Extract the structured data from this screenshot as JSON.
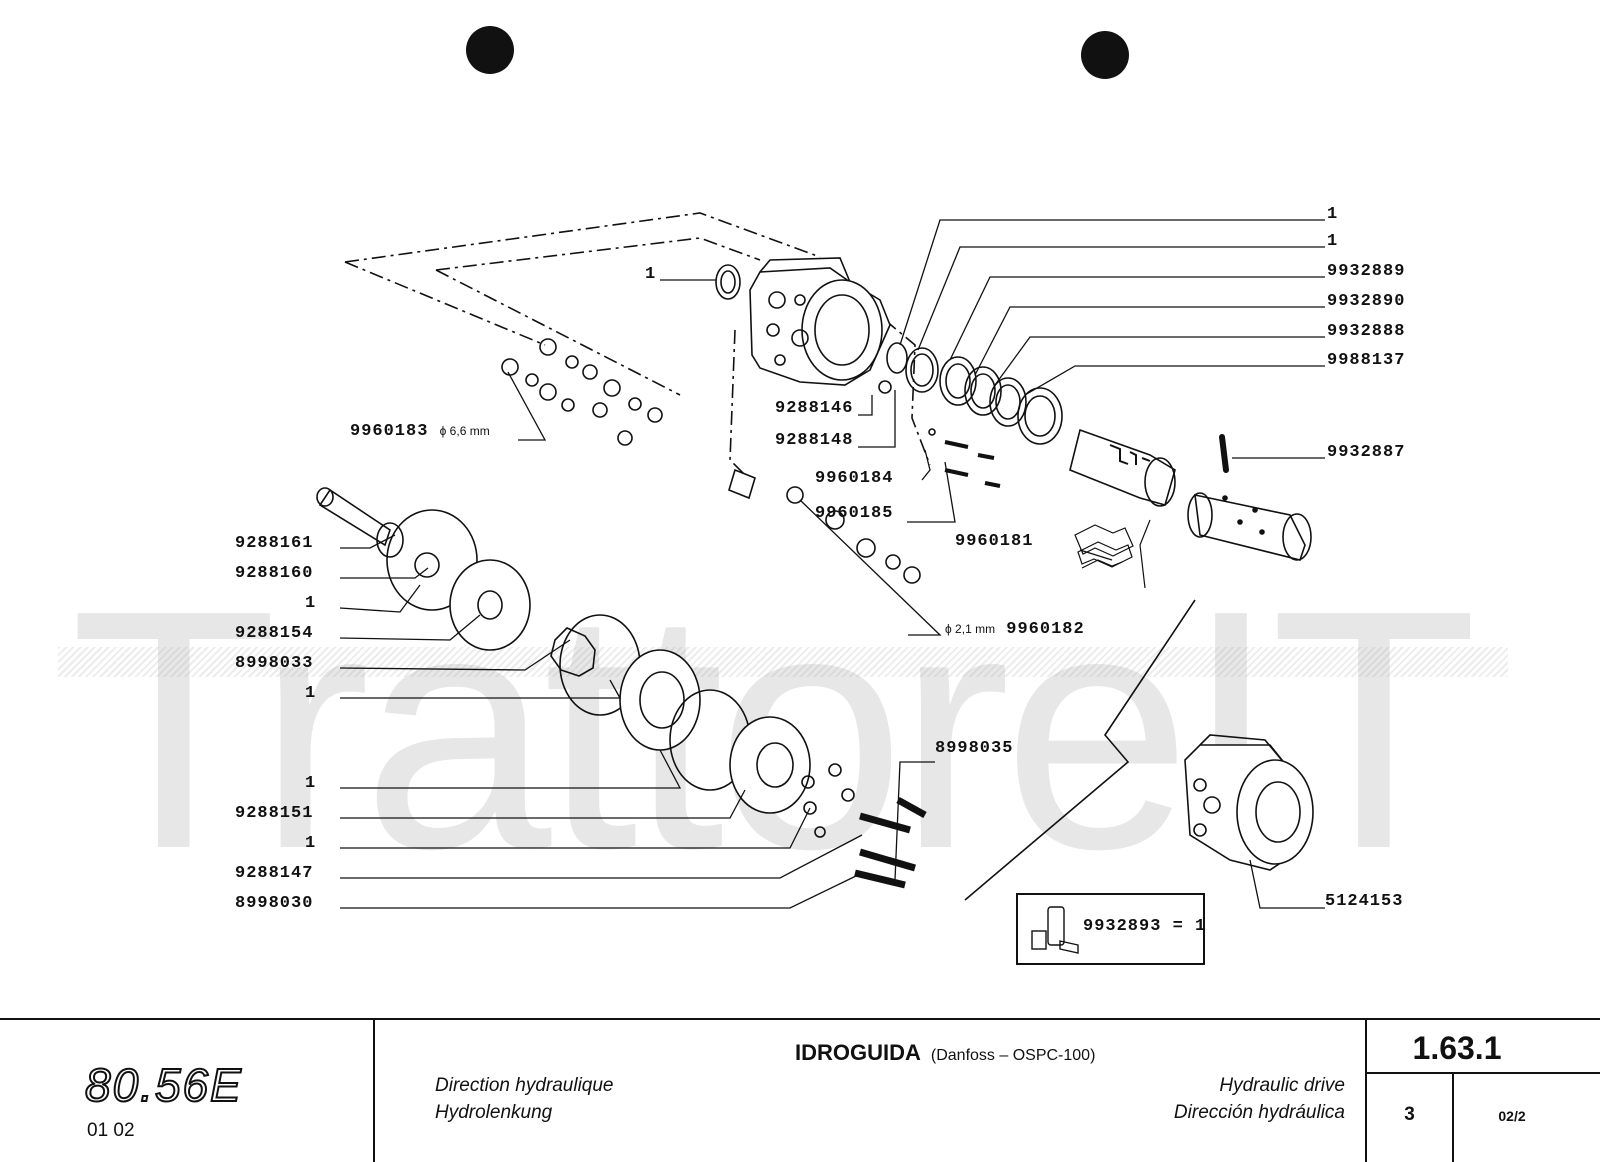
{
  "watermark": "TrattoreIT",
  "diagram": {
    "callouts": [
      {
        "id": "c-top-1a",
        "text": "1"
      },
      {
        "id": "c-top-1b",
        "text": "1"
      },
      {
        "id": "c-9932889",
        "text": "9932889"
      },
      {
        "id": "c-9932890",
        "text": "9932890"
      },
      {
        "id": "c-9932888",
        "text": "9932888"
      },
      {
        "id": "c-9988137",
        "text": "9988137"
      },
      {
        "id": "c-9932887",
        "text": "9932887"
      },
      {
        "id": "c-left-1",
        "text": "1"
      },
      {
        "id": "c-9288146",
        "text": "9288146"
      },
      {
        "id": "c-9288148",
        "text": "9288148"
      },
      {
        "id": "c-9960184",
        "text": "9960184"
      },
      {
        "id": "c-9960185",
        "text": "9960185"
      },
      {
        "id": "c-9960181",
        "text": "9960181"
      },
      {
        "id": "c-9960183",
        "text": "9960183"
      },
      {
        "id": "c-9288161",
        "text": "9288161"
      },
      {
        "id": "c-9288160",
        "text": "9288160"
      },
      {
        "id": "c-l1-a",
        "text": "1"
      },
      {
        "id": "c-9288154",
        "text": "9288154"
      },
      {
        "id": "c-8998033",
        "text": "8998033"
      },
      {
        "id": "c-l1-b",
        "text": "1"
      },
      {
        "id": "c-l1-c",
        "text": "1"
      },
      {
        "id": "c-9288151",
        "text": "9288151"
      },
      {
        "id": "c-l1-d",
        "text": "1"
      },
      {
        "id": "c-9288147",
        "text": "9288147"
      },
      {
        "id": "c-8998030",
        "text": "8998030"
      },
      {
        "id": "c-8998035",
        "text": "8998035"
      },
      {
        "id": "c-9960182",
        "text": "9960182"
      },
      {
        "id": "c-5124153",
        "text": "5124153"
      }
    ],
    "notes": {
      "dia_66": "ϕ 6,6 mm",
      "dia_21": "ϕ 2,1 mm"
    },
    "kit": "9932893 = 1"
  },
  "title_block": {
    "model": "80.56E",
    "codes": "01   02",
    "title": "IDROGUIDA",
    "subtitle": "(Danfoss – OSPC-100)",
    "fr": "Direction hydraulique",
    "de": "Hydrolenkung",
    "en": "Hydraulic drive",
    "es": "Dirección hydráulica",
    "ref": "1.63.1",
    "sheet": "3",
    "rev": "02/2"
  }
}
